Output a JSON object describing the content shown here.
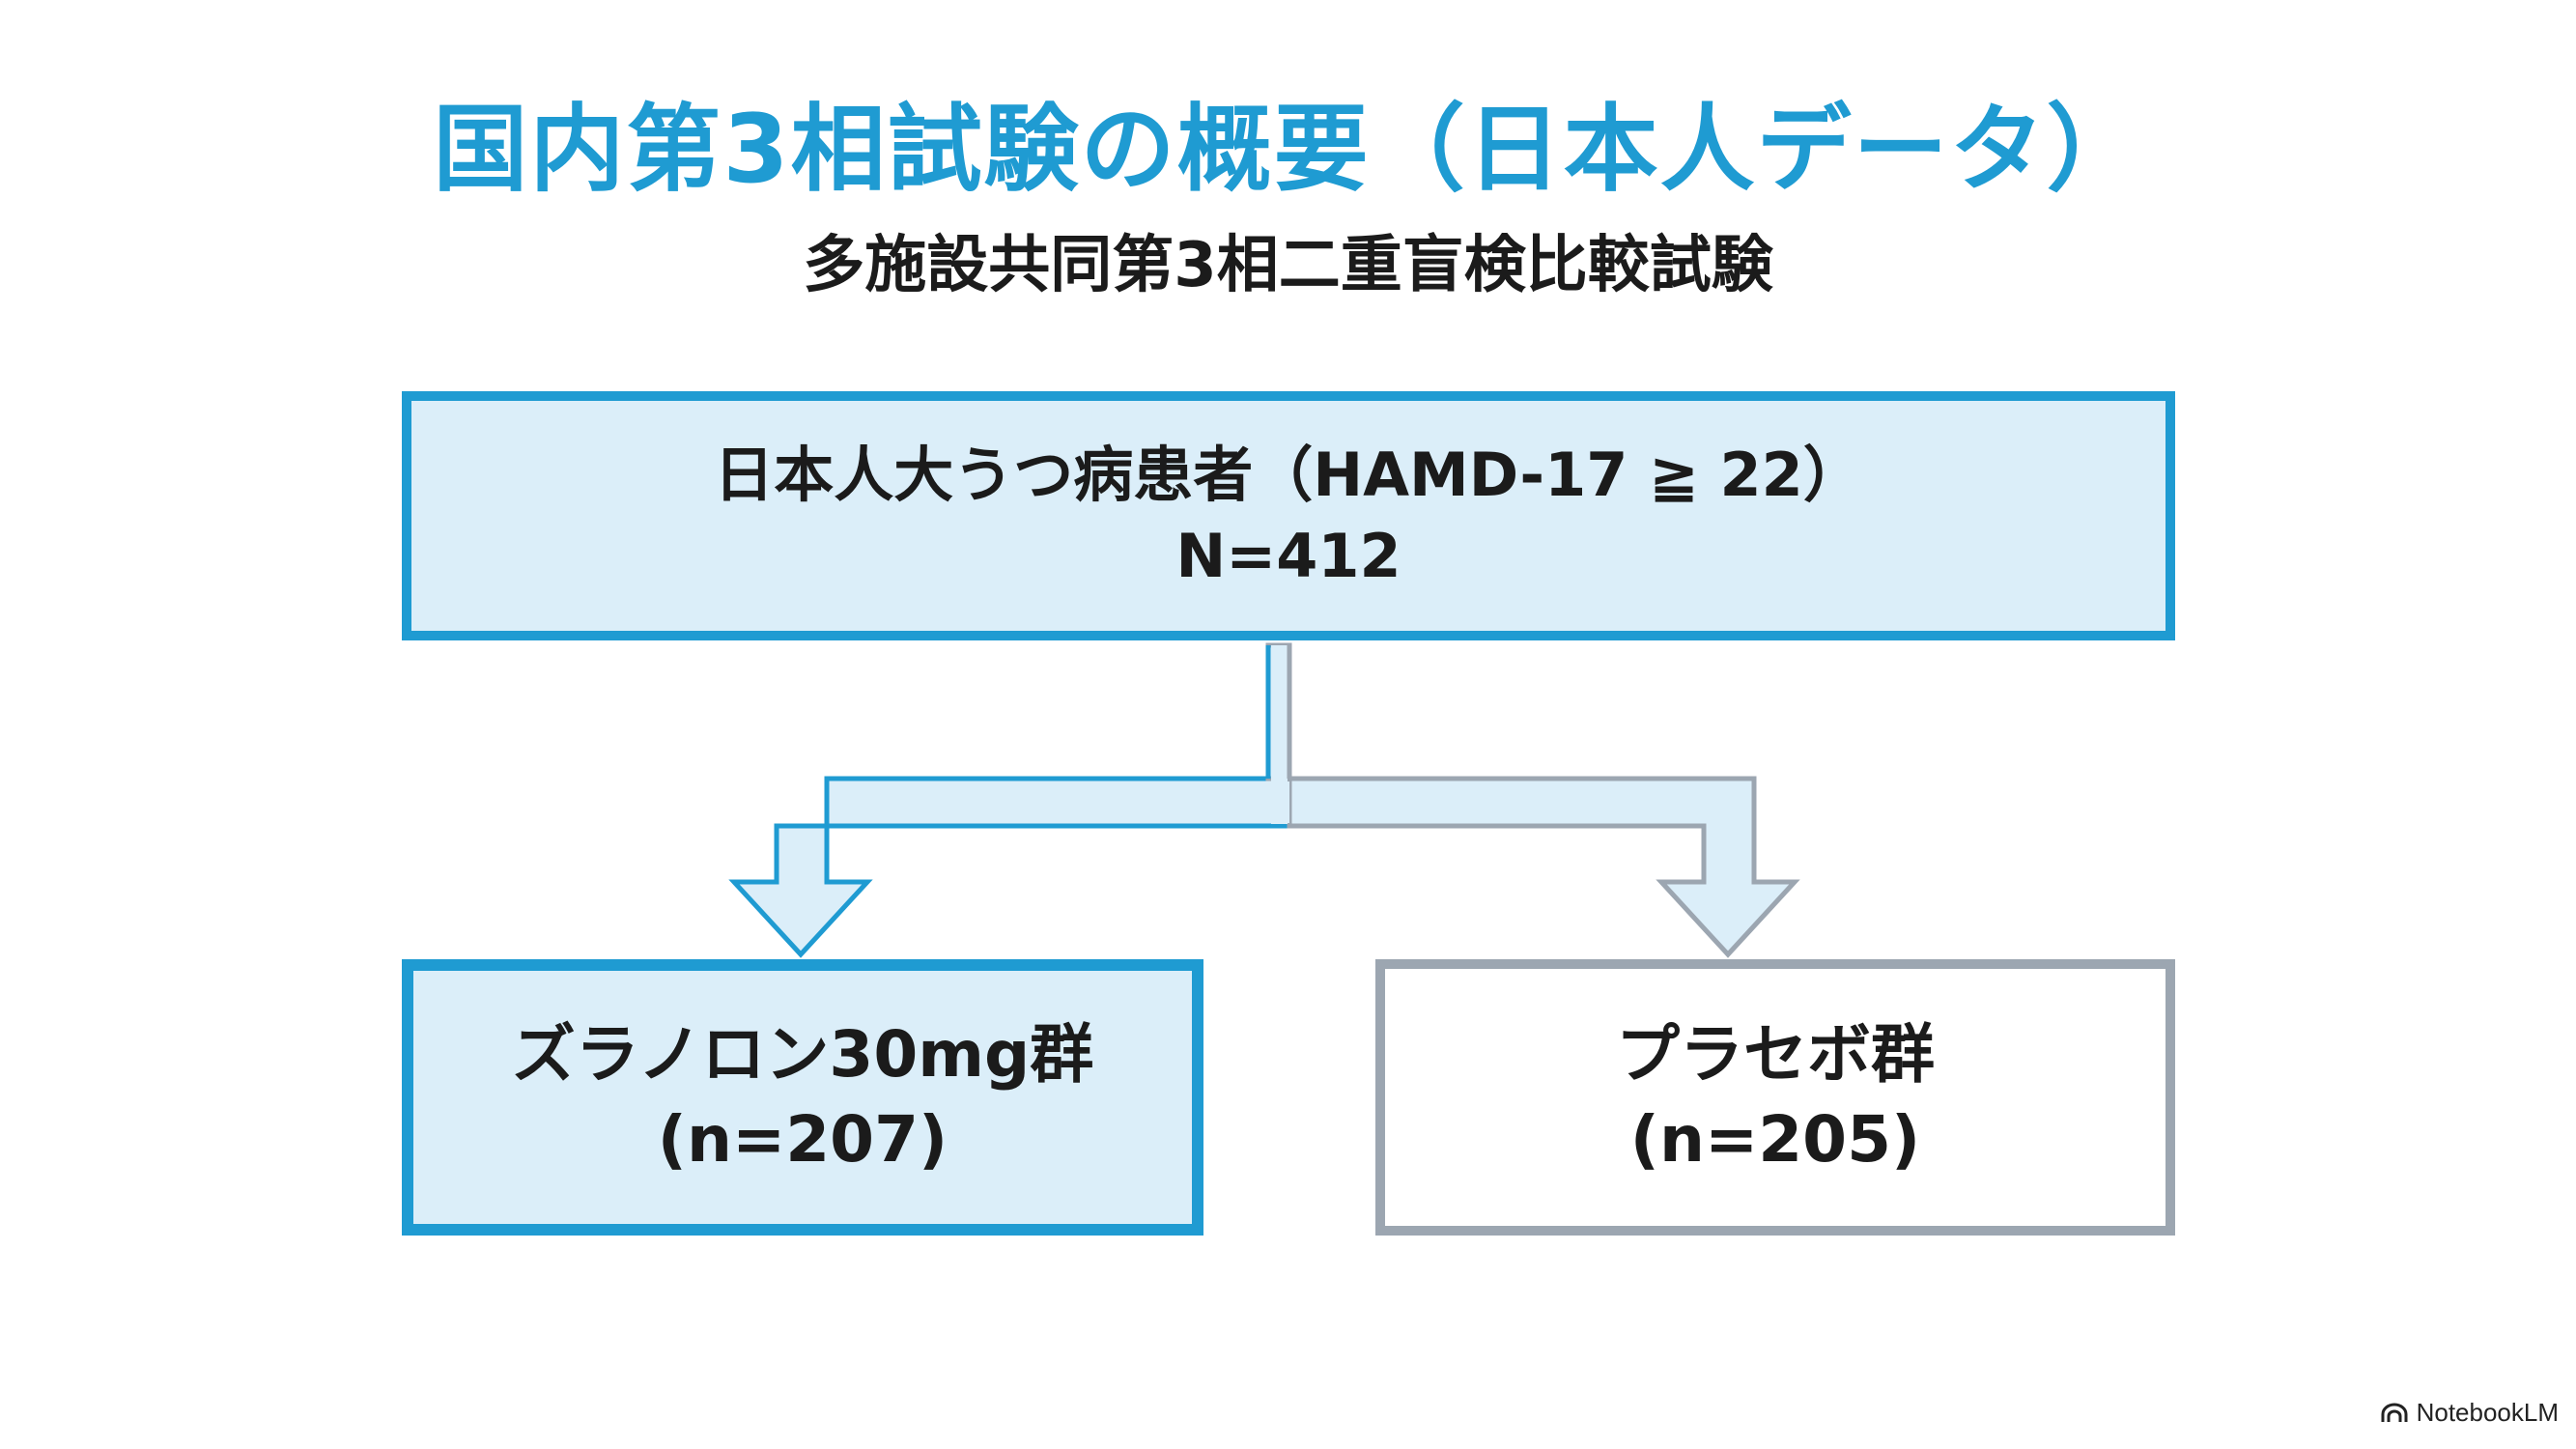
{
  "header": {
    "title": "国内第3相試験の概要（日本人データ）",
    "subtitle": "多施設共同第3相二重盲検比較試験"
  },
  "population": {
    "label": "日本人大うつ病患者（HAMD-17 ≧ 22）",
    "count": "N=412"
  },
  "arms": [
    {
      "label": "ズラノロン30mg群",
      "count": "(n=207)"
    },
    {
      "label": "プラセボ群",
      "count": "(n=205)"
    }
  ],
  "branding": {
    "name": "NotebookLM",
    "icon": "notebooklm-logo-icon"
  },
  "colors": {
    "accent": "#1f9bd2",
    "accent_fill": "#dbeef9",
    "placebo_border": "#9ca6b1",
    "text": "#1b1b1b"
  }
}
